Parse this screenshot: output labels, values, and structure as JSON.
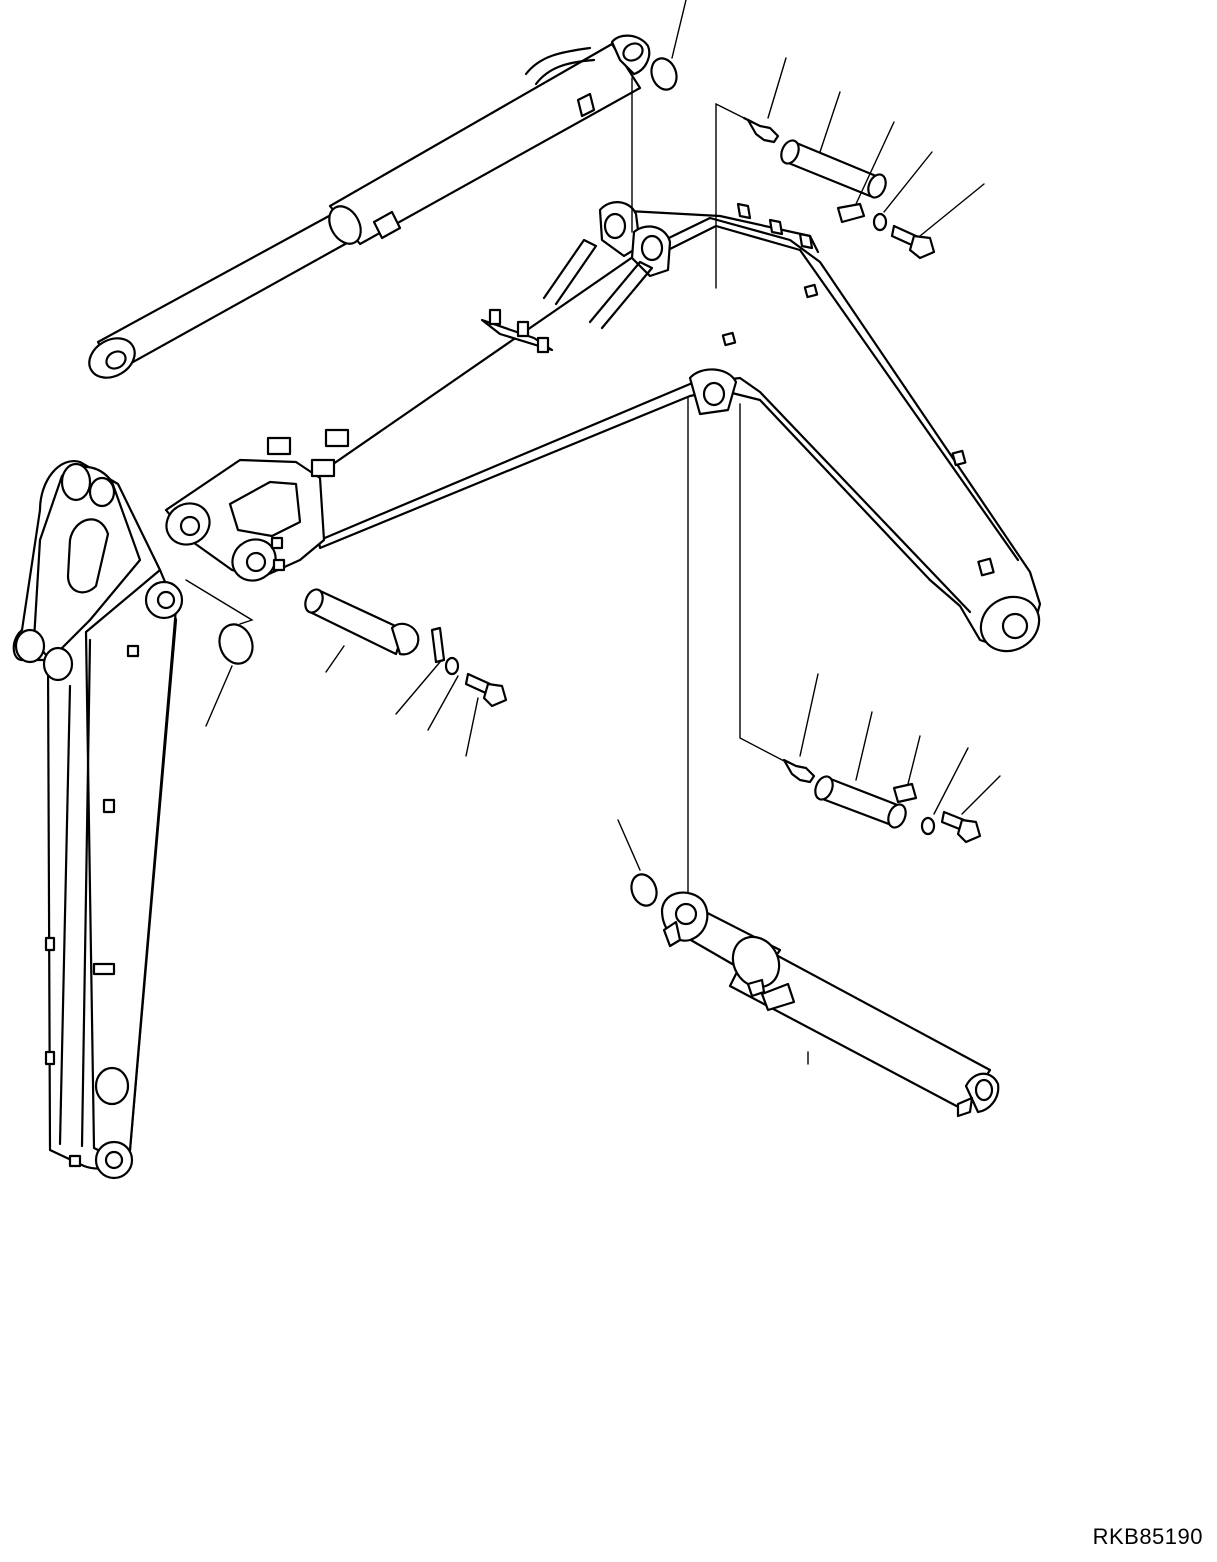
{
  "diagram": {
    "code": "RKB85190"
  },
  "parts": [
    "arm",
    "boom",
    "arm-cylinder",
    "boom-cylinder",
    "pin",
    "grease-fitting",
    "shim",
    "lock-plate",
    "washer",
    "bolt"
  ]
}
